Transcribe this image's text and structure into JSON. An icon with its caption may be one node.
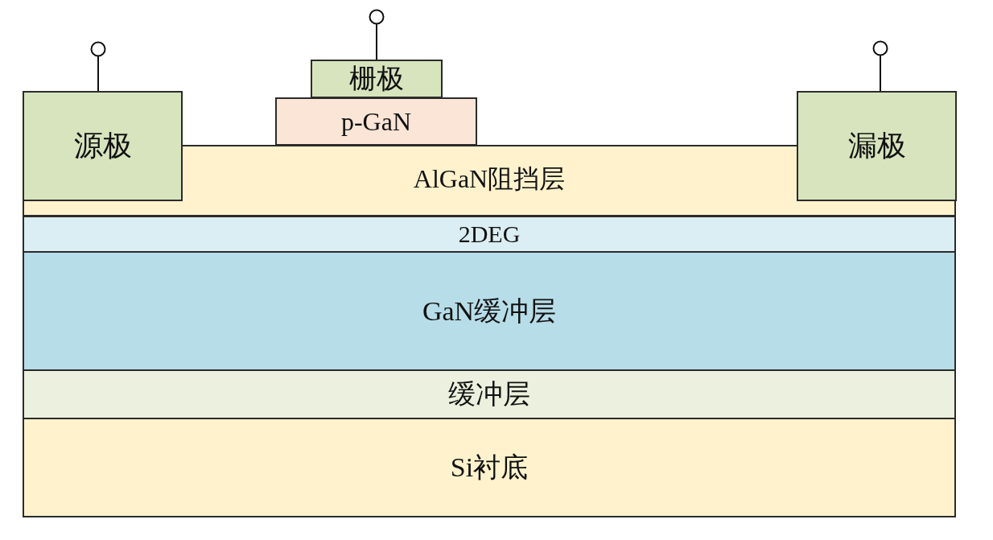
{
  "diagram": {
    "nodes": [
      {
        "text": [
          "栅极"
        ]
      },
      {
        "text": [
          "p-GaN"
        ]
      },
      {
        "text": [
          "源极"
        ]
      },
      {
        "text": [
          "漏极"
        ]
      },
      {
        "text": [
          "AlGaN阻挡层"
        ]
      },
      {
        "text": [
          "2DEG"
        ]
      },
      {
        "text": [
          "GaN缓冲层"
        ]
      },
      {
        "text": [
          "缓冲层"
        ]
      },
      {
        "text": [
          "Si衬底"
        ]
      },
      {
        "text": [],
        "shape": "circle"
      },
      {
        "text": [],
        "shape": "circle"
      },
      {
        "text": [],
        "shape": "circle"
      }
    ],
    "edges": [
      {
        "from": 9,
        "to": 2,
        "arrow": "none"
      },
      {
        "from": 10,
        "to": 0,
        "arrow": "none"
      },
      {
        "from": 11,
        "to": 3,
        "arrow": "none"
      }
    ]
  }
}
